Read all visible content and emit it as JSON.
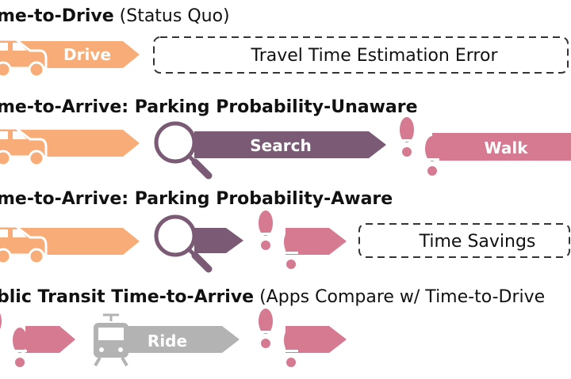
{
  "colors": {
    "drive": "#f8ad78",
    "search": "#7a5a75",
    "walk": "#d57a90",
    "ride": "#b3b3b3",
    "dashed": "#333333"
  },
  "rows": [
    {
      "title_bold": "me-to-Drive",
      "title_rest": " (Status Quo)",
      "labels": {
        "drive": "Drive",
        "box": "Travel Time Estimation Error"
      }
    },
    {
      "title_bold": "me-to-Arrive: Parking Probability-Unaware",
      "title_rest": "",
      "labels": {
        "search": "Search",
        "walk": "Walk"
      }
    },
    {
      "title_bold": "me-to-Arrive: Parking Probability-Aware",
      "title_rest": "",
      "labels": {
        "box": "Time Savings"
      }
    },
    {
      "title_bold": "blic Transit Time-to-Arrive",
      "title_rest": " (Apps Compare w/ Time-to-Drive",
      "labels": {
        "ride": "Ride"
      }
    }
  ],
  "icons": [
    "car-icon",
    "magnifier-icon",
    "footprints-icon",
    "train-icon"
  ]
}
